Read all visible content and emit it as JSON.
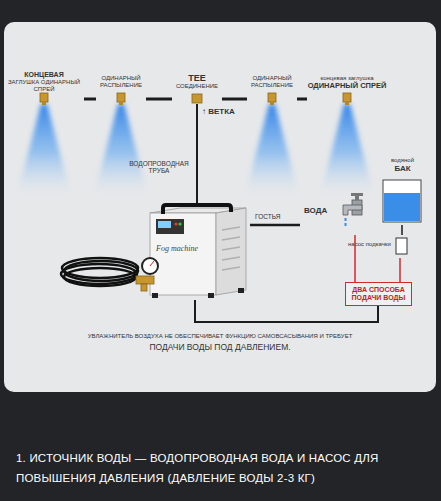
{
  "diagram": {
    "caption": "1. ИСТОЧНИК ВОДЫ — ВОДОПРОВОДНАЯ ВОДА И НАСОС ДЛЯ ПОВЫШЕНИЯ ДАВЛЕНИЯ (ДАВЛЕНИЕ ВОДЫ 2-3 КГ)",
    "nodes": [
      {
        "text": [
          "КОНЦЕВАЯ",
          "ЗАГЛУШКА ОДИНАРНЫЙ СПРЕЙ"
        ]
      },
      {
        "text": [
          "ОДИНАРНЫЙ",
          "РАСПЫЛЕНИЕ"
        ]
      },
      {
        "text": [
          "TEE",
          "СОЕДИНЕНИЕ"
        ]
      },
      {
        "text": [
          "ОДИНАРНЫЙ",
          "РАСПЫЛЕНИЕ"
        ]
      },
      {
        "text": [
          "концевая заглушка",
          "ОДИНАРНЫЙ СПРЕЙ"
        ]
      },
      {
        "text": [
          "Fog machine"
        ]
      },
      {
        "text": [
          "ВОДА"
        ]
      },
      {
        "text": [
          "водяной",
          "БАК"
        ]
      },
      {
        "text": [
          "насос подкачки"
        ]
      },
      {
        "text": [
          "ДВА СПОСОБА ПОДАЧИ ВОДЫ"
        ]
      }
    ],
    "edges": [
      {
        "from": 0,
        "to": 1,
        "arrow": "none"
      },
      {
        "from": 1,
        "to": 2,
        "arrow": "none"
      },
      {
        "from": 2,
        "to": 3,
        "arrow": "none"
      },
      {
        "from": 3,
        "to": 4,
        "arrow": "none"
      },
      {
        "from": 2,
        "to": 5,
        "arrow": "none"
      },
      {
        "from": 5,
        "to": 6,
        "arrow": "none"
      },
      {
        "from": 5,
        "to": 9,
        "arrow": "none"
      },
      {
        "from": 6,
        "to": 9,
        "arrow": "none"
      },
      {
        "from": 8,
        "to": 9,
        "arrow": "none"
      },
      {
        "from": 8,
        "to": 7,
        "arrow": "none"
      }
    ],
    "labels": [
      "↑ ВЕТКА",
      "ВОДОПРОВОДНАЯ ТРУБА",
      "ГОСТЬЯ",
      "УВЛАЖНИТЕЛЬ ВОЗДУХА НЕ ОБЕСПЕЧИВАЕТ ФУНКЦИЮ САМОВСАСЫВАНИЯ И ТРЕБУЕТ",
      "ПОДАЧИ ВОДЫ ПОД ДАВЛЕНИЕМ."
    ]
  }
}
